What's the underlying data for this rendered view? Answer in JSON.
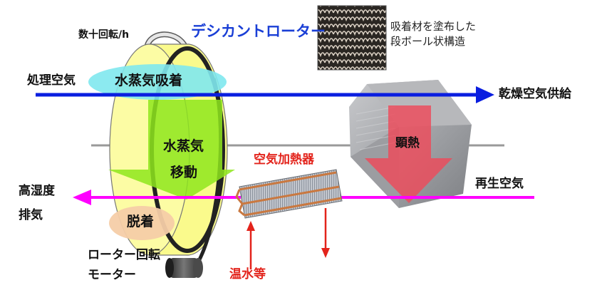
{
  "labels": {
    "rotation_speed": "数十回転/h",
    "rotor_name": "デシカントローター",
    "adsorbent_desc_line1": "吸着材を塗布した",
    "adsorbent_desc_line2": "段ボール状構造",
    "process_air": "処理空気",
    "vapor_adsorption": "水蒸気吸着",
    "dry_air_supply": "乾燥空気供給",
    "vapor_move_line1": "水蒸気",
    "vapor_move_line2": "移動",
    "air_heater": "空気加熱器",
    "sensible_heat": "顕熱",
    "high_humidity_line1": "高湿度",
    "high_humidity_line2": "排気",
    "regeneration_air": "再生空気",
    "desorption": "脱着",
    "rotor_motor_line1": "ローター回転",
    "rotor_motor_line2": "モーター",
    "hot_water": "温水等"
  },
  "colors": {
    "process_arrow": "#0a1ee0",
    "exhaust_arrow": "#ff00ff",
    "rotor_face": "#fafa8c",
    "adsorb_ellipse": "#7fe8ee",
    "desorb_ellipse": "#f5cda8",
    "vapor_arrow": "#8ee61c",
    "heat_arrow": "#ee4b5a",
    "title_blue": "#1a3fd6",
    "label_red": "#e3231b",
    "divider": "#999999"
  },
  "icons": {
    "rotation": "curved-rotation-arrow-icon",
    "adsorbent_photo": "honeycomb-texture-icon",
    "heat_exchanger": "hexagonal-heat-exchanger-icon",
    "heater_coil": "finned-coil-icon",
    "motor": "motor-cylinder-icon"
  }
}
